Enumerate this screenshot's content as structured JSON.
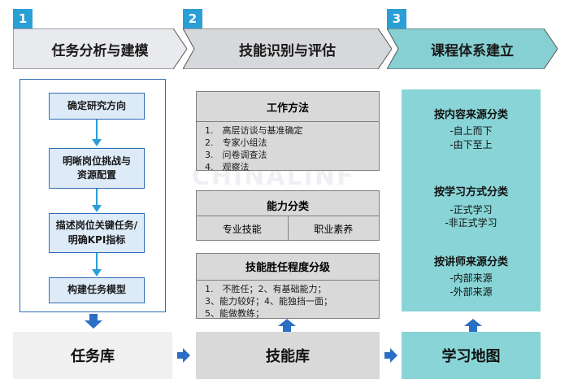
{
  "steps": [
    {
      "number": "1",
      "title": "任务分析与建模"
    },
    {
      "number": "2",
      "title": "技能识别与评估"
    },
    {
      "number": "3",
      "title": "课程体系建立"
    }
  ],
  "task_steps": [
    "确定研究方向",
    "明晰岗位挑战与资源配置",
    "描述岗位关键任务/明确KPI指标",
    "构建任务模型"
  ],
  "work_methods": {
    "title": "工作方法",
    "items": [
      "1.　高层访谈与基准确定",
      "2.　专家小组法",
      "3.　问卷调查法",
      "4.　观察法"
    ]
  },
  "ability_class": {
    "title": "能力分类",
    "left": "专业技能",
    "right": "职业素养"
  },
  "competency": {
    "title": "技能胜任程度分级",
    "lines": [
      "1.　不胜任；2、有基础能力；",
      "3、能力较好；4、能独挡一面；",
      "5、能做教练；"
    ]
  },
  "curriculum": [
    {
      "heading": "按内容来源分类",
      "items": [
        "-自上而下",
        "-由下至上"
      ]
    },
    {
      "heading": "按学习方式分类",
      "items": [
        "-正式学习",
        "-非正式学习"
      ]
    },
    {
      "heading": "按讲师来源分类",
      "items": [
        "-内部来源",
        "-外部来源"
      ]
    }
  ],
  "outputs": [
    "任务库",
    "技能库",
    "学习地图"
  ],
  "watermark": "CHINALINF",
  "colors": {
    "step_blue": "#2a9fd6",
    "task_blue": "#2f6db6",
    "grey": "#d9d9d9",
    "teal": "#88d4d6"
  }
}
